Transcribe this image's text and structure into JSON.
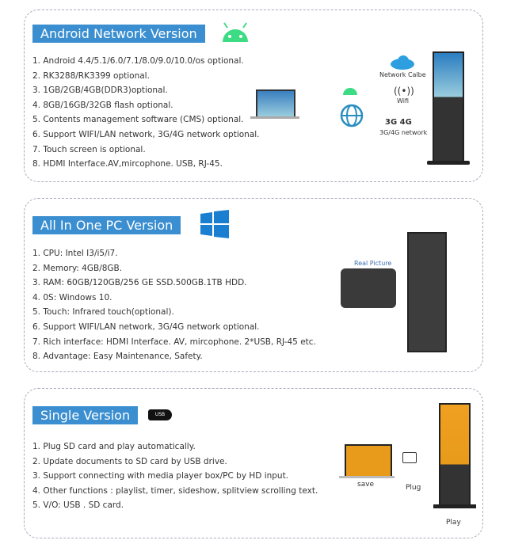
{
  "sections": [
    {
      "title": "Android Network Version",
      "items": [
        "1. Android 4.4/5.1/6.0/7.1/8.0/9.0/10.0/os optional.",
        "2. RK3288/RK3399 optional.",
        "3. 1GB/2GB/4GB(DDR3)optional.",
        "4. 8GB/16GB/32GB flash optional.",
        "5. Contents management software (CMS) optional.",
        "6. Support WIFI/LAN network, 3G/4G network optional.",
        "7. Touch screen is optional.",
        "8. HDMI Interface.AV,mircophone. USB, RJ-45."
      ],
      "diagram": {
        "network_cable": "Network Calbe",
        "wifi": "Wifi",
        "mobile": "3G/4G network",
        "badge_3g": "3G",
        "badge_4g": "4G"
      }
    },
    {
      "title": "All In One PC Version",
      "items": [
        "1. CPU: Intel I3/i5/i7.",
        "2. Memory: 4GB/8GB.",
        "3. RAM: 60GB/120GB/256 GE SSD.500GB.1TB HDD.",
        "4. 0S: Windows 10.",
        "5. Touch: Infrared touch(optional).",
        "6. Support WIFI/LAN network, 3G/4G network optional.",
        "7. Rich interface: HDMI Interface. AV, mircophone. 2*USB, RJ-45 etc.",
        "8. Advantage: Easy Maintenance, Safety."
      ],
      "diagram": {
        "real_picture": "Real Picture"
      }
    },
    {
      "title": "Single Version",
      "items": [
        "1. Plug SD card and play automatically.",
        "2. Update documents to SD card by USB drive.",
        "3. Support connecting with media player box/PC by HD input.",
        "4. Other functions : playlist, timer, sideshow, splitview scrolling text.",
        "5. V/O: USB . SD card."
      ],
      "diagram": {
        "save": "save",
        "plug": "Plug",
        "play": "Play",
        "usb": "USB"
      }
    }
  ],
  "colors": {
    "accent": "#3b8fd0",
    "android": "#3ddc84"
  }
}
